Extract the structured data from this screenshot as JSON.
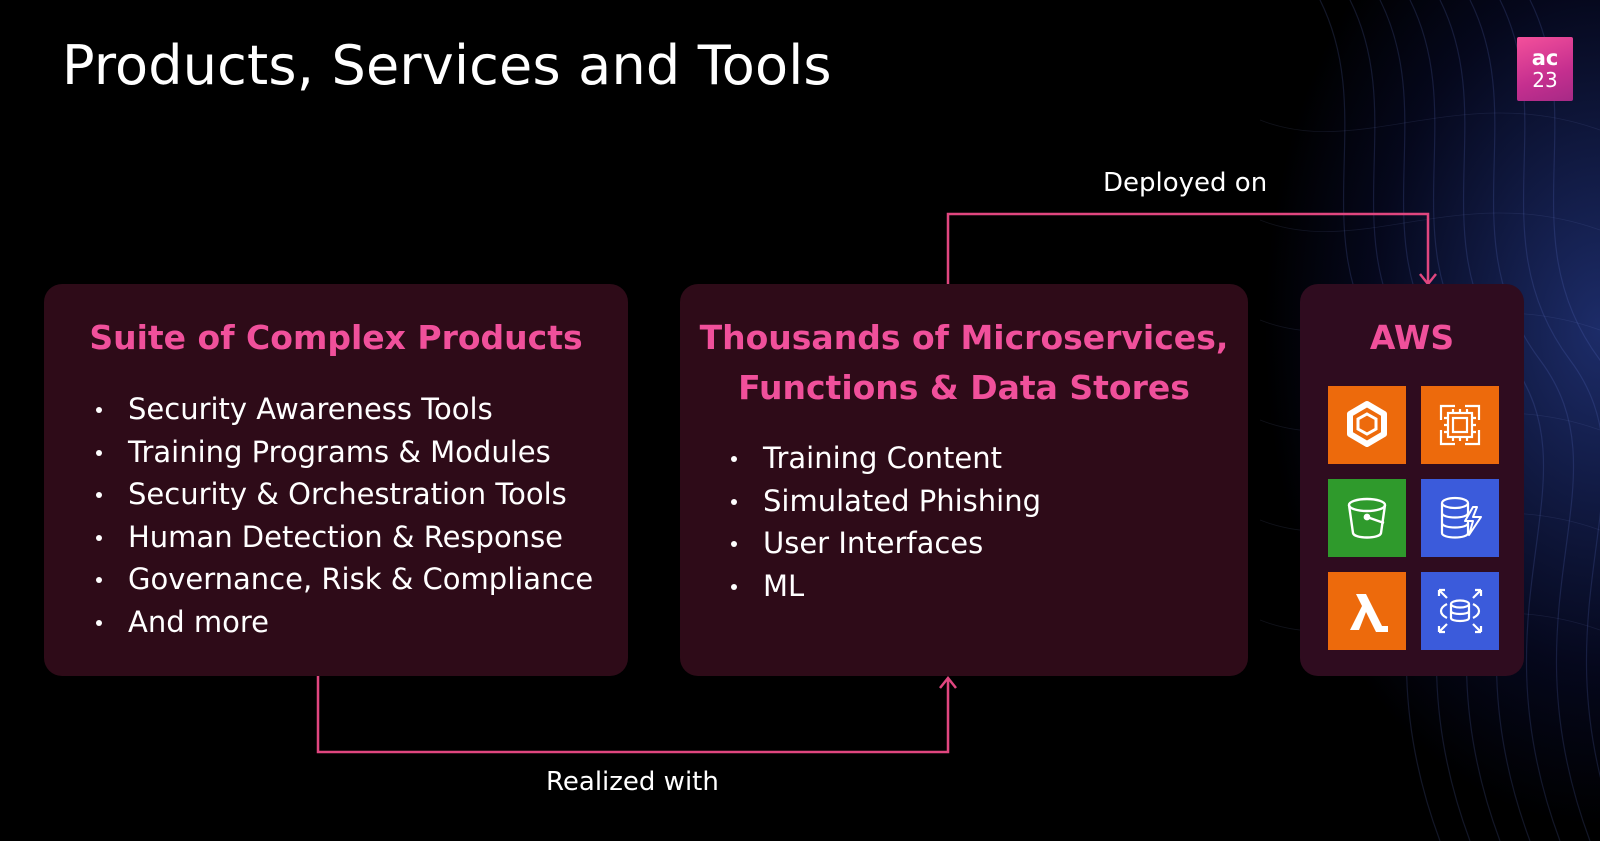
{
  "slide": {
    "title": "Products, Services and Tools",
    "badge": {
      "line1": "ac",
      "line2": "23"
    }
  },
  "boxes": {
    "products": {
      "title": "Suite of Complex Products",
      "items": [
        "Security Awareness Tools",
        "Training Programs & Modules",
        "Security & Orchestration Tools",
        "Human Detection & Response",
        "Governance, Risk & Compliance",
        "And more"
      ]
    },
    "microservices": {
      "title_line1": "Thousands of Microservices,",
      "title_line2": "Functions & Data Stores",
      "items": [
        "Training Content",
        "Simulated Phishing",
        "User Interfaces",
        "ML"
      ]
    },
    "aws": {
      "title": "AWS",
      "icons": [
        {
          "name": "ecs-icon",
          "color": "#ed6a0c"
        },
        {
          "name": "ec2-icon",
          "color": "#ed6a0c"
        },
        {
          "name": "s3-bucket-icon",
          "color": "#2f9a2c"
        },
        {
          "name": "dynamodb-icon",
          "color": "#3b5bdb"
        },
        {
          "name": "lambda-icon",
          "color": "#ed6a0c"
        },
        {
          "name": "database-migration-icon",
          "color": "#3b5bdb"
        }
      ]
    }
  },
  "connectors": {
    "deployed_label": "Deployed on",
    "realized_label": "Realized with",
    "color": "#e0467f"
  },
  "colors": {
    "accent": "#f0509b",
    "box_bg": "#2e0b18",
    "background": "#000000"
  }
}
